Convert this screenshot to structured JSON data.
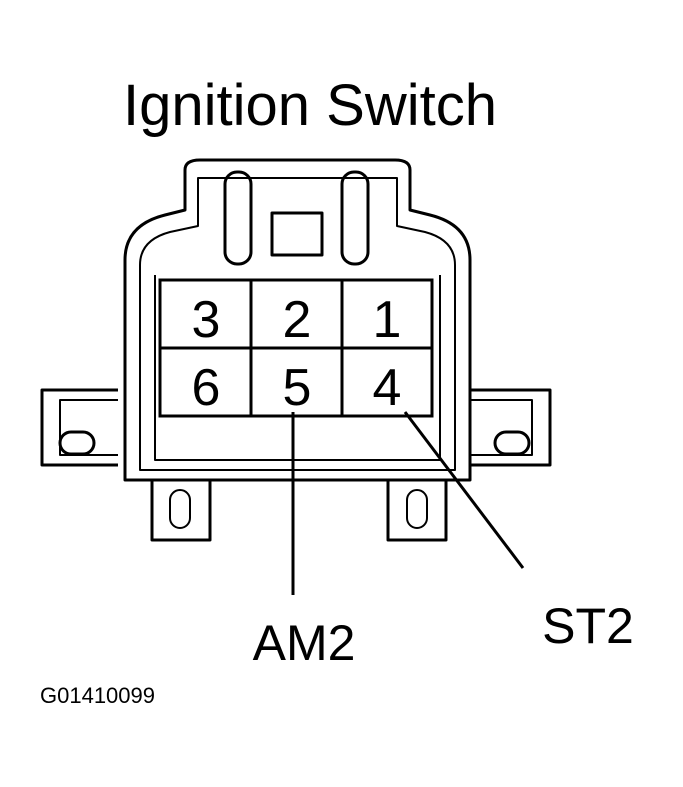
{
  "title": "Ignition Switch",
  "connector": {
    "pins_top_row": [
      "3",
      "2",
      "1"
    ],
    "pins_bottom_row": [
      "6",
      "5",
      "4"
    ]
  },
  "callouts": {
    "am2": "AM2",
    "st2": "ST2"
  },
  "figure_code": "G01410099",
  "colors": {
    "ink": "#000000",
    "paper": "#ffffff"
  }
}
